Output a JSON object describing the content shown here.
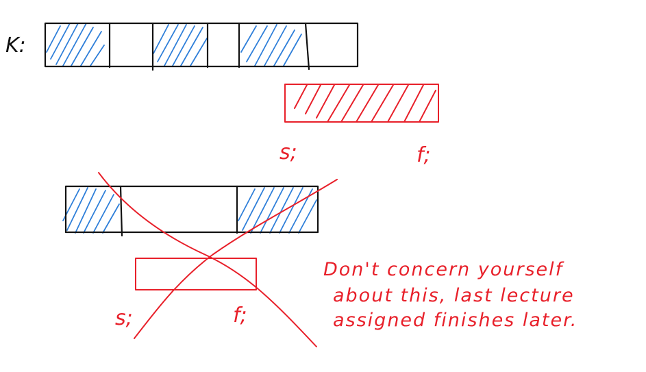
{
  "labels": {
    "k": "K:",
    "top_start": "s;",
    "top_finish": "f;",
    "bottom_start": "s;",
    "bottom_finish": "f;"
  },
  "note": {
    "line1": "Don't concern yourself",
    "line2": "about this, last lecture",
    "line3": "assigned finishes later."
  },
  "colors": {
    "ink": "#111111",
    "red": "#e8202a",
    "blue": "#2f7fd9"
  }
}
